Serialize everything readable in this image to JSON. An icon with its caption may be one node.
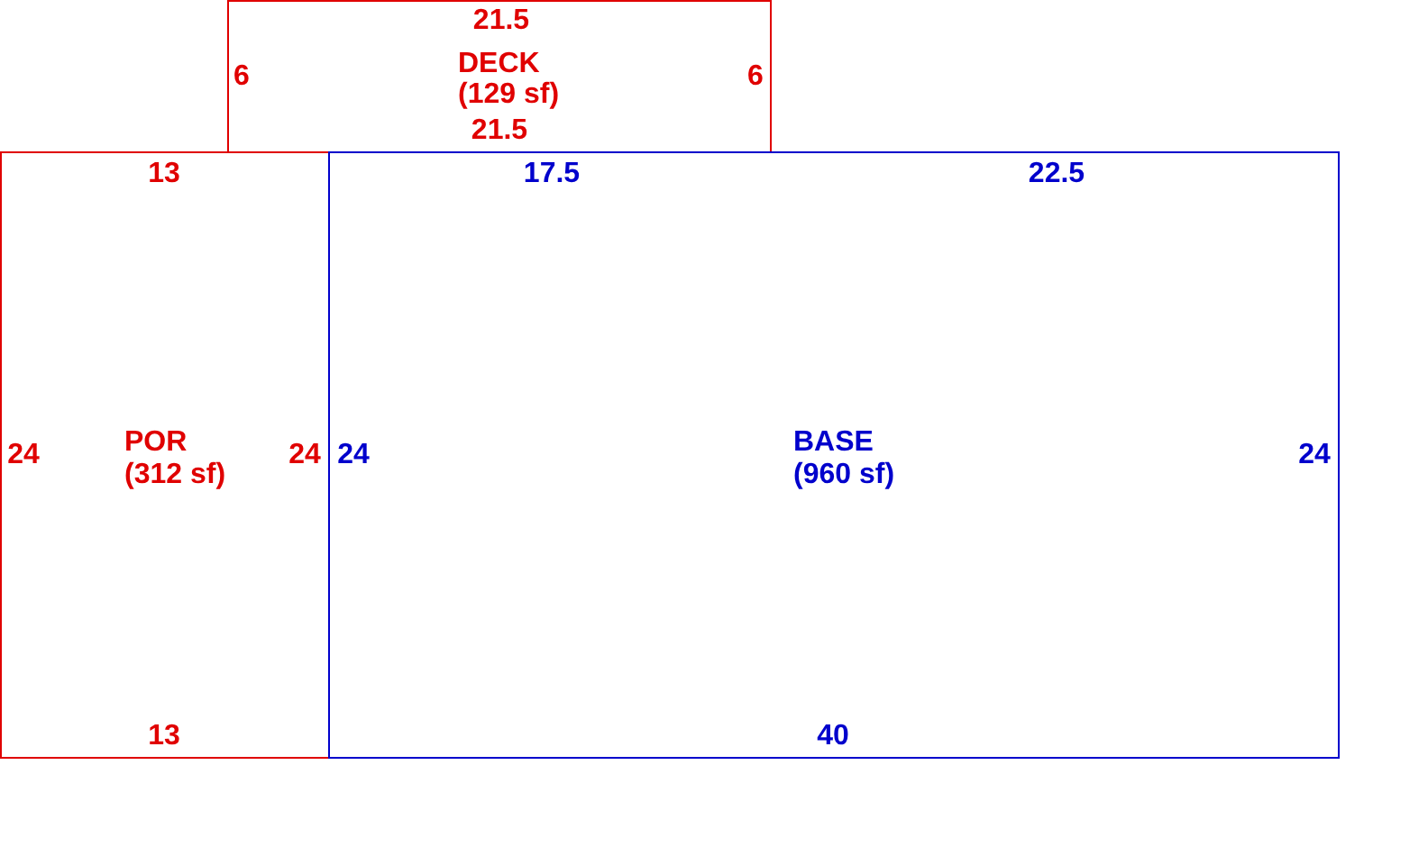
{
  "diagram": {
    "nodes": [
      {
        "text": [
          "DECK",
          "(129 sf)",
          "21.5",
          "6",
          "6",
          "21.5"
        ]
      },
      {
        "text": [
          "POR",
          "(312 sf)",
          "13",
          "24",
          "24",
          "13"
        ]
      },
      {
        "text": [
          "BASE",
          "(960 sf)",
          "17.5",
          "22.5",
          "24",
          "24",
          "40"
        ]
      }
    ]
  }
}
